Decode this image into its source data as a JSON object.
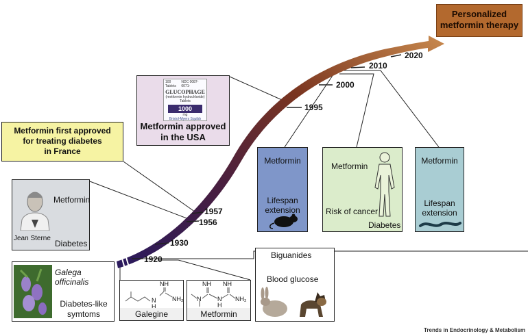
{
  "title_box": {
    "line1": "Personalized",
    "line2": "metformin  therapy"
  },
  "years": [
    "1920",
    "1930",
    "1956",
    "1957",
    "1995",
    "2000",
    "2010",
    "2020"
  ],
  "france_box": {
    "line1": "Metformin first approved",
    "line2": "for treating diabetes",
    "line3": "in France"
  },
  "usa_box": {
    "package_header_left": "100 Tablets",
    "package_header_right": "NDC 0087-6071-",
    "brand": "GLUCOPHAGE",
    "package_sub": "(metformin hydrochloride)",
    "package_sub2": "Tablets",
    "dose": "1000",
    "dose_unit": "mg",
    "manufacturer": "Bristol-Myers Squibb",
    "caption_line1": "Metformin approved",
    "caption_line2": "in the USA"
  },
  "sterne_box": {
    "drug": "Metformin",
    "person": "Jean Sterne",
    "disease": "Diabetes"
  },
  "galega_box": {
    "plant": "Galega officinalis",
    "line1": "Diabetes-like",
    "line2": "symtoms"
  },
  "galegine_box": {
    "label": "Galegine",
    "nh": "NH",
    "h": "H",
    "n": "N",
    "nh2": "NH₂"
  },
  "metformin_box": {
    "label": "Metformin",
    "nh": "NH",
    "h": "H",
    "n": "N",
    "nh2": "NH₂"
  },
  "biguanides_box": {
    "line1": "Biguanides",
    "line2": "Blood glucose"
  },
  "mouse_box": {
    "drug": "Metformin",
    "line1": "Lifespan",
    "line2": "extension"
  },
  "cancer_box": {
    "drug": "Metformin",
    "effect": "Risk of cancer",
    "disease": "Diabetes"
  },
  "worm_box": {
    "drug": "Metformin",
    "line1": "Lifespan",
    "line2": "extension"
  },
  "footer": "Trends in Endocrinology & Metabolism",
  "colors": {
    "arrow_start": "#2a1a5e",
    "arrow_mid": "#6b2a1c",
    "arrow_end": "#c98a4e",
    "title_box": "#b3692e",
    "france_box": "#f6f3a3",
    "usa_box": "#eadcea",
    "sterne_box": "#d9dce0",
    "mouse_box": "#7f96c9",
    "cancer_box": "#dbeccb",
    "worm_box": "#a9cdd3"
  }
}
